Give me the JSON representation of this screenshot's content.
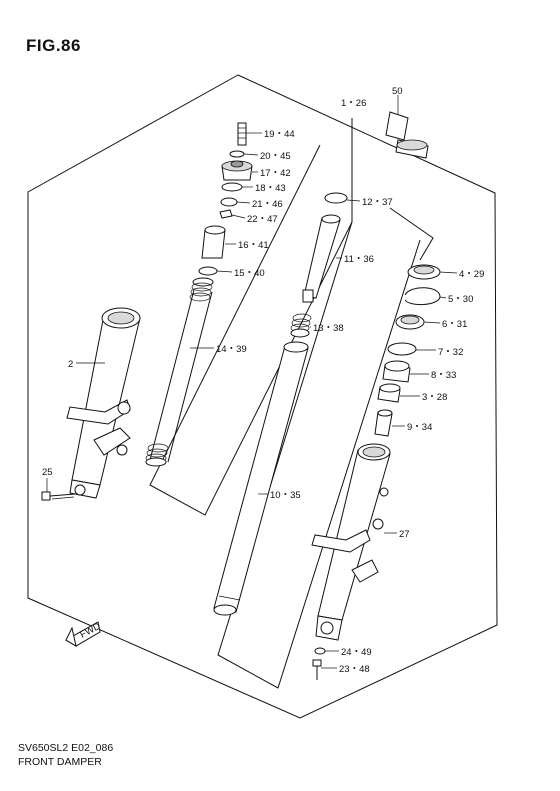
{
  "figure": {
    "title": "FIG.86",
    "code": "SV650SL2 E02_086",
    "caption": "FRONT DAMPER"
  },
  "callouts": [
    {
      "id": "c1",
      "label": "1・26"
    },
    {
      "id": "c50",
      "label": "50"
    },
    {
      "id": "c19",
      "label": "19・44"
    },
    {
      "id": "c20",
      "label": "20・45"
    },
    {
      "id": "c17",
      "label": "17・42"
    },
    {
      "id": "c18",
      "label": "18・43"
    },
    {
      "id": "c21",
      "label": "21・46"
    },
    {
      "id": "c22",
      "label": "22・47"
    },
    {
      "id": "c12",
      "label": "12・37"
    },
    {
      "id": "c16",
      "label": "16・41"
    },
    {
      "id": "c15",
      "label": "15・40"
    },
    {
      "id": "c11",
      "label": "11・36"
    },
    {
      "id": "c4",
      "label": "4・29"
    },
    {
      "id": "c5",
      "label": "5・30"
    },
    {
      "id": "c6",
      "label": "6・31"
    },
    {
      "id": "c13",
      "label": "13・38"
    },
    {
      "id": "c14",
      "label": "14・39"
    },
    {
      "id": "c2",
      "label": "2"
    },
    {
      "id": "c7",
      "label": "7・32"
    },
    {
      "id": "c8",
      "label": "8・33"
    },
    {
      "id": "c3",
      "label": "3・28"
    },
    {
      "id": "c9",
      "label": "9・34"
    },
    {
      "id": "c25",
      "label": "25"
    },
    {
      "id": "c10",
      "label": "10・35"
    },
    {
      "id": "c27",
      "label": "27"
    },
    {
      "id": "c24",
      "label": "24・49"
    },
    {
      "id": "c23",
      "label": "23・48"
    }
  ],
  "direction_icon": {
    "name": "fwd-arrow-icon",
    "text": "FWD"
  }
}
